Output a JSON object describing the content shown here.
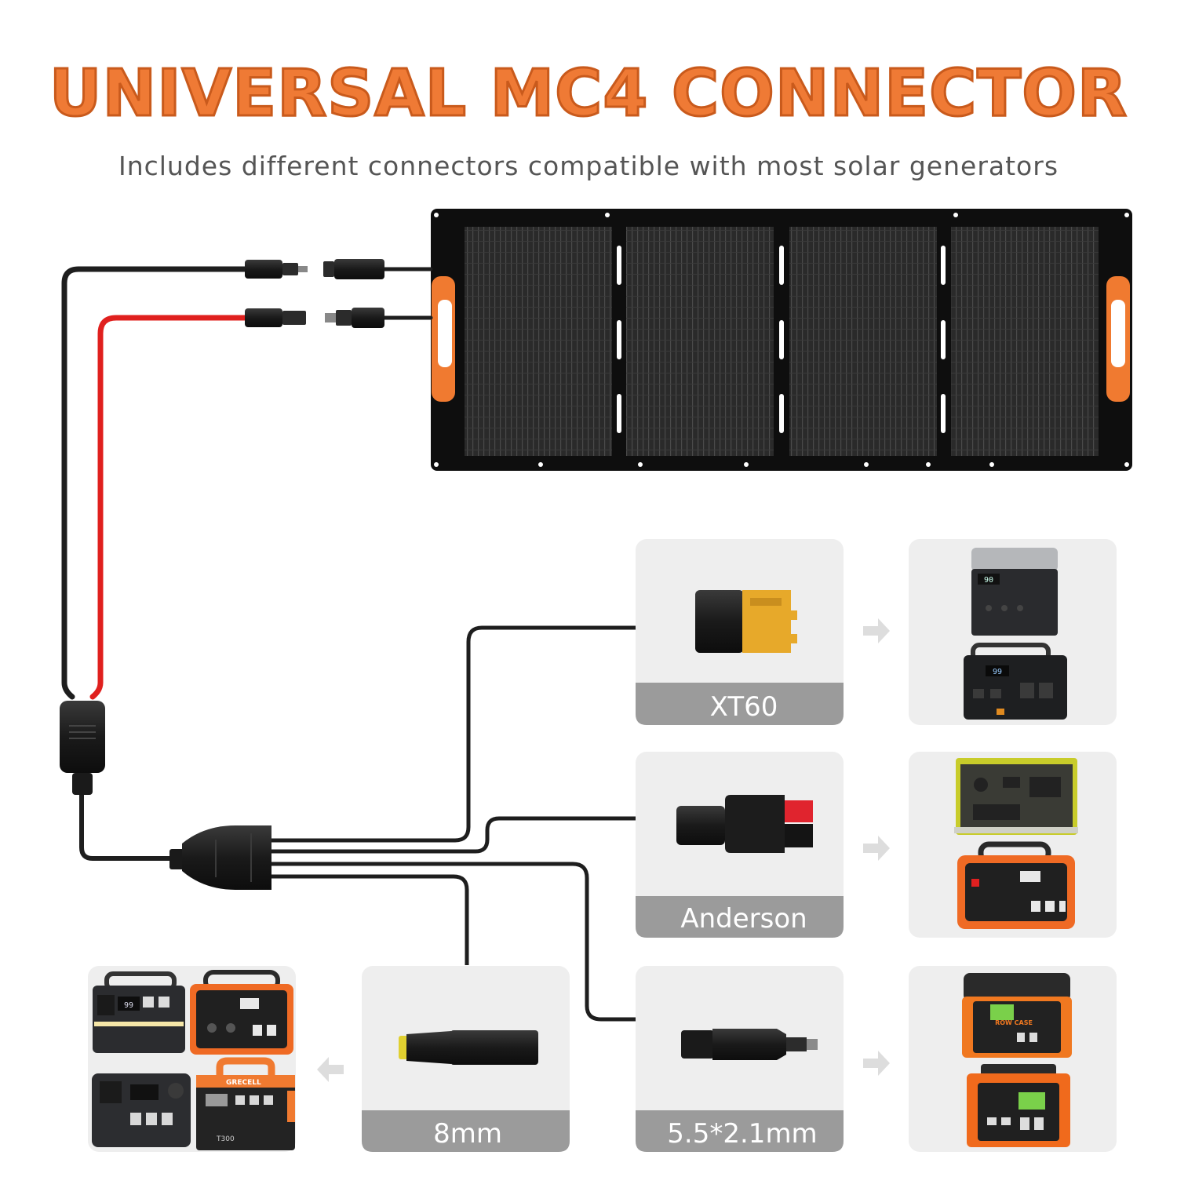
{
  "header": {
    "title": "UNIVERSAL MC4 CONNECTOR",
    "subtitle": "Includes different connectors compatible with most solar generators"
  },
  "connectors": {
    "xt60": "XT60",
    "anderson": "Anderson",
    "dc8mm": "8mm",
    "dc55": "5.5*2.1mm"
  },
  "generator_labels": {
    "grey_lcd": "90",
    "dark_lcd": "99",
    "brand_band": "ROW CASE",
    "brand_top": "GRECELL",
    "model": "T300"
  },
  "colors": {
    "accent_orange": "#ef7a35",
    "cable_black": "#1e1e1e",
    "cable_red": "#e0201e",
    "card_bg": "#eeeeee",
    "label_bar": "#9b9b9b",
    "panel": "#111111",
    "handle": "#f07a30",
    "xt60_yellow": "#e7a92a",
    "arrow": "#dddddd"
  },
  "icons": [
    "solar-panel-icon",
    "mc4-connector-icon",
    "y-splitter-icon",
    "xt60-plug-icon",
    "anderson-plug-icon",
    "barrel-plug-icon",
    "power-station-icon",
    "arrow-right-icon",
    "arrow-left-icon"
  ]
}
